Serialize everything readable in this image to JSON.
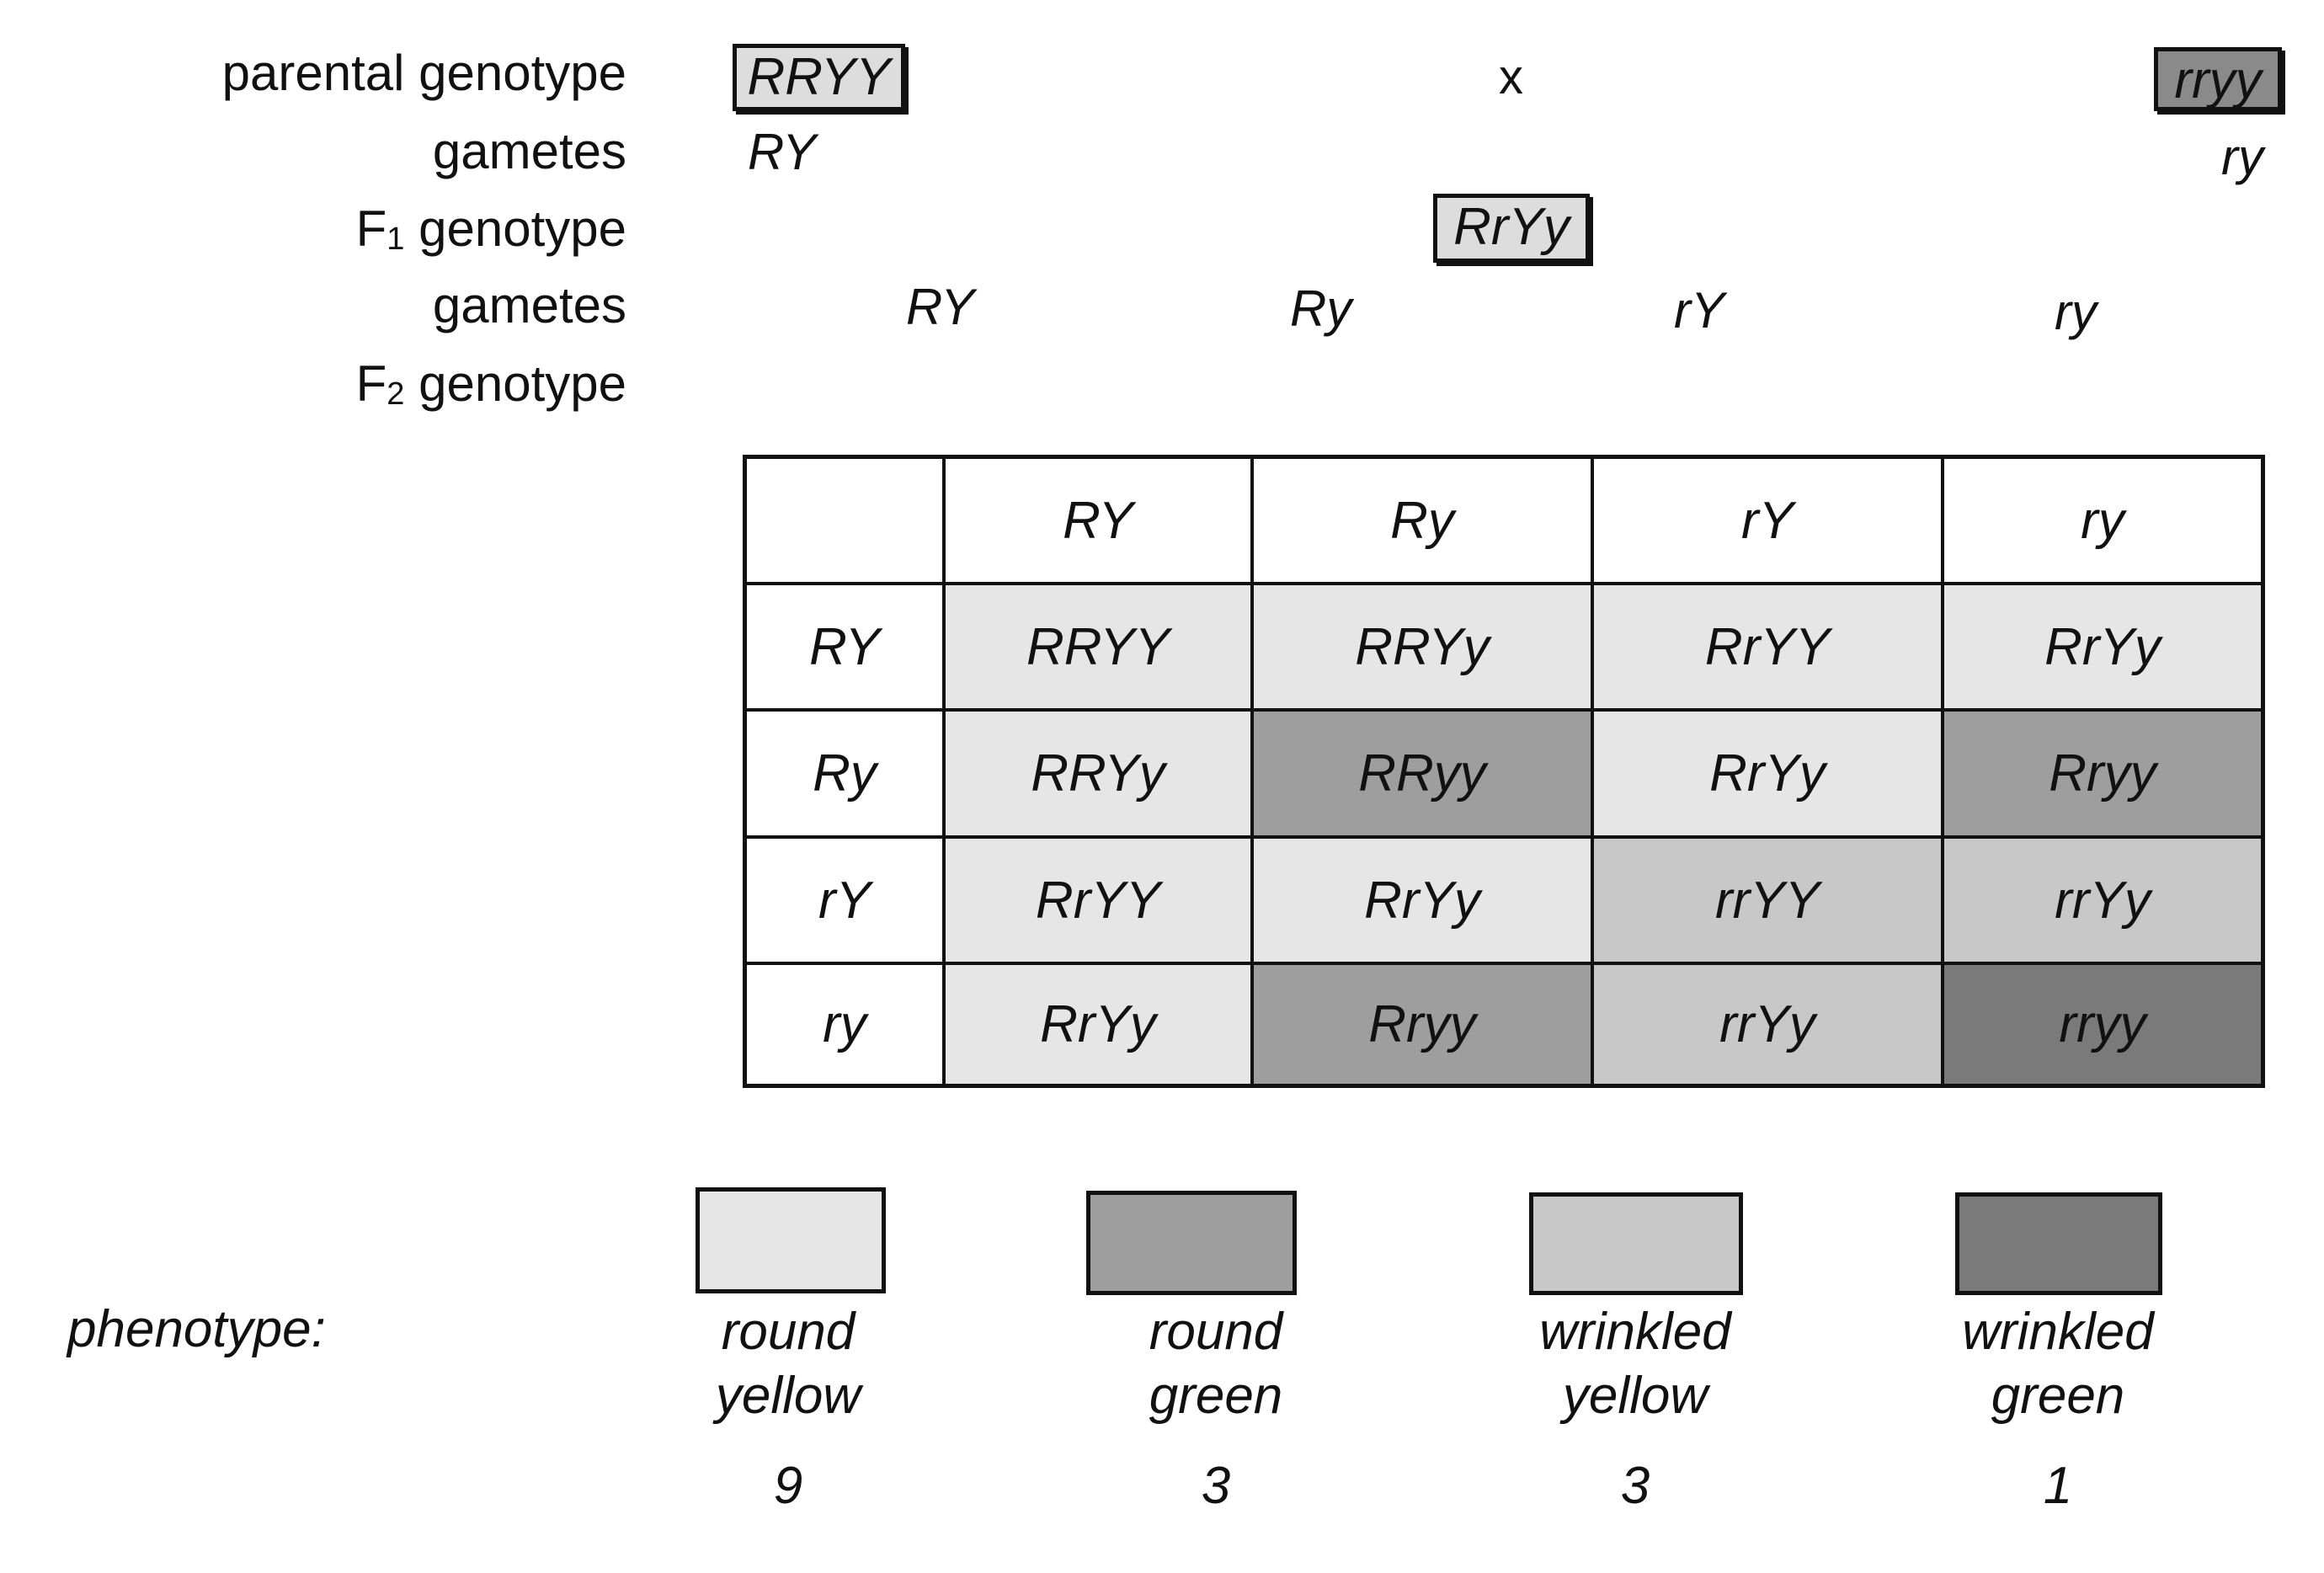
{
  "labels": {
    "parental_genotype": "parental genotype",
    "gametes_1": "gametes",
    "f1_prefix": "F",
    "f1_sub": "1",
    "f1_suffix": " genotype",
    "gametes_2": "gametes",
    "f2_prefix": "F",
    "f2_sub": "2",
    "f2_suffix": " genotype",
    "phenotype": "phenotype:"
  },
  "parents": {
    "left": "RRYY",
    "cross": "x",
    "right": "rryy",
    "left_gamete": "RY",
    "right_gamete": "ry"
  },
  "f1": {
    "genotype": "RrYy",
    "gametes": [
      "RY",
      "Ry",
      "rY",
      "ry"
    ]
  },
  "punnett": {
    "col_headers": [
      "RY",
      "Ry",
      "rY",
      "ry"
    ],
    "row_headers": [
      "RY",
      "Ry",
      "rY",
      "ry"
    ],
    "cells": [
      [
        "RRYY",
        "RRYy",
        "RrYY",
        "RrYy"
      ],
      [
        "RRYy",
        "RRyy",
        "RrYy",
        "Rryy"
      ],
      [
        "RrYY",
        "RrYy",
        "rrYY",
        "rrYy"
      ],
      [
        "RrYy",
        "Rryy",
        "rrYy",
        "rryy"
      ]
    ],
    "phenotype_index": [
      [
        0,
        0,
        0,
        0
      ],
      [
        0,
        1,
        0,
        1
      ],
      [
        0,
        0,
        2,
        2
      ],
      [
        0,
        1,
        2,
        3
      ]
    ]
  },
  "phenotypes": [
    {
      "line1": "round",
      "line2": "yellow",
      "count": "9",
      "color": "#e6e6e6"
    },
    {
      "line1": "round",
      "line2": "green",
      "count": "3",
      "color": "#9e9e9e"
    },
    {
      "line1": "wrinkled",
      "line2": "yellow",
      "count": "3",
      "color": "#c8c8c8"
    },
    {
      "line1": "wrinkled",
      "line2": "green",
      "count": "1",
      "color": "#7a7a7a"
    }
  ],
  "colors": {
    "parent_left_fill": "#dddddd",
    "parent_right_fill": "#8a8a8a",
    "f1_fill": "#dddddd",
    "header_fill": "#ffffff"
  }
}
